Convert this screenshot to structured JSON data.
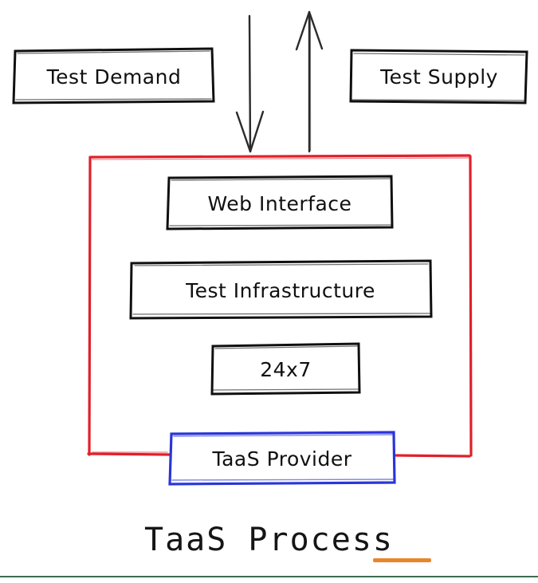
{
  "diagram": {
    "title": "TaaS Process",
    "background_color": "#ffffff",
    "colors": {
      "ink": "#101010",
      "boundary_red": "#e0202a",
      "provider_blue": "#2a35d8",
      "underline_orange": "#e8862b",
      "footer_rule_green": "#3e6b4f"
    },
    "nodes": {
      "test_demand": {
        "label": "Test Demand",
        "border_color": "#101010"
      },
      "test_supply": {
        "label": "Test Supply",
        "border_color": "#101010"
      },
      "web_interface": {
        "label": "Web Interface",
        "border_color": "#101010"
      },
      "test_infrastructure": {
        "label": "Test Infrastructure",
        "border_color": "#101010"
      },
      "availability": {
        "label": "24x7",
        "border_color": "#101010"
      },
      "taas_provider": {
        "label": "TaaS Provider",
        "border_color": "#2a35d8"
      }
    },
    "connectors": {
      "demand_in_arrow": {
        "name": "down-arrow",
        "direction": "down"
      },
      "supply_out_arrow": {
        "name": "up-arrow",
        "direction": "up"
      }
    },
    "boundary": {
      "name": "taas-boundary",
      "color": "#e0202a"
    }
  }
}
